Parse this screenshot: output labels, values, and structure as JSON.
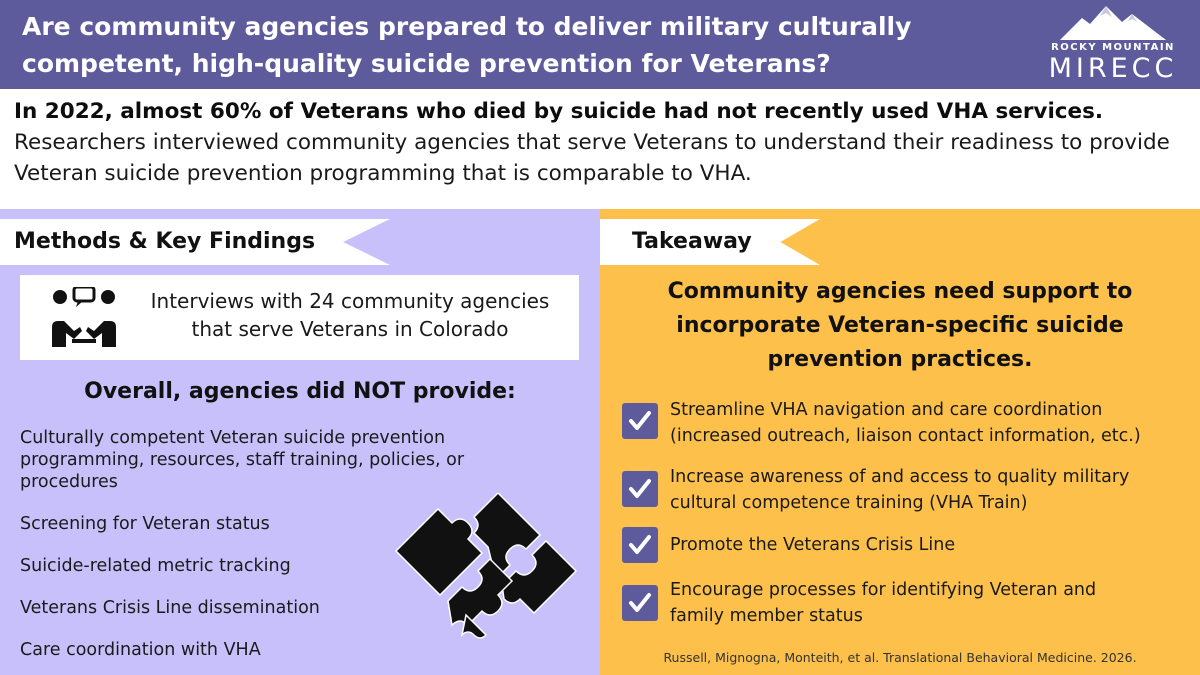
{
  "header": {
    "title": "Are community agencies prepared to deliver military culturally competent, high-quality suicide prevention for Veterans?"
  },
  "logo": {
    "small_text": "ROCKY MOUNTAIN",
    "big_text": "MIRECC"
  },
  "intro": {
    "lead": "In 2022, almost 60% of Veterans who died by suicide had not recently used VHA services.",
    "body": "Researchers interviewed community agencies that serve Veterans to understand their readiness to provide Veteran suicide prevention programming that is comparable to VHA."
  },
  "methods": {
    "heading": "Methods & Key Findings",
    "interview_line1": "Interviews with 24 community agencies",
    "interview_line2": "that serve Veterans in Colorado",
    "not_provide_heading": "Overall, agencies did NOT provide:",
    "findings": [
      "Culturally competent Veteran suicide prevention programming, resources, staff training, policies, or procedures",
      "Screening for Veteran status",
      "Suicide-related metric tracking",
      "Veterans Crisis Line dissemination",
      "Care coordination with VHA"
    ]
  },
  "takeaway": {
    "heading": "Takeaway",
    "main": "Community agencies need support to incorporate Veteran-specific suicide prevention practices.",
    "actions": [
      "Streamline VHA navigation and care coordination (increased outreach, liaison contact information, etc.)",
      "Increase awareness of and access to quality military cultural competence training (VHA Train)",
      "Promote the Veterans Crisis Line",
      "Encourage processes for identifying Veteran and family member status"
    ],
    "citation": "Russell, Mignogna, Monteith, et al. Translational Behavioral Medicine. 2026."
  },
  "colors": {
    "header": "#5e5b9d",
    "left_panel": "#c7c0fb",
    "right_panel": "#fdc04a",
    "checkbox": "#5e5b9d"
  },
  "icons": [
    "mountain-logo-icon",
    "interview-people-icon",
    "puzzle-pieces-icon",
    "checkbox-checked-icon"
  ]
}
